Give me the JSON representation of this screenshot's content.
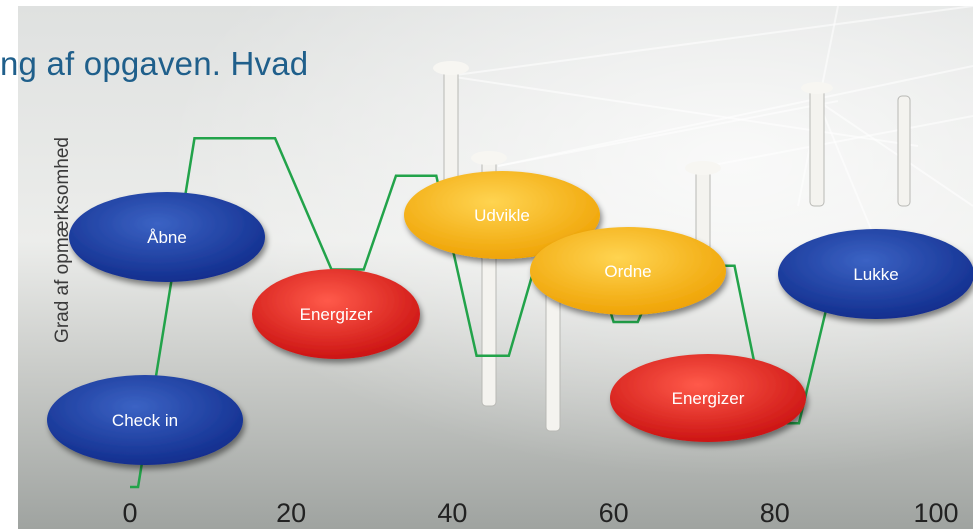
{
  "headline": "ng af opgaven. Hvad",
  "chart_data": {
    "type": "line",
    "ylabel": "Grad af opmærksomhed",
    "xlabel": "",
    "x_ticks": [
      "0",
      "20",
      "40",
      "60",
      "80",
      "100"
    ],
    "xlim": [
      0,
      100
    ],
    "line_color": "#22a34a",
    "series": [
      {
        "points": [
          [
            0,
            0.0
          ],
          [
            1,
            0.0
          ],
          [
            8,
            0.93
          ],
          [
            18,
            0.93
          ],
          [
            25,
            0.58
          ],
          [
            29,
            0.58
          ],
          [
            33,
            0.83
          ],
          [
            38,
            0.83
          ],
          [
            43,
            0.35
          ],
          [
            47,
            0.35
          ],
          [
            52,
            0.72
          ],
          [
            56,
            0.72
          ],
          [
            60,
            0.44
          ],
          [
            63,
            0.44
          ],
          [
            67,
            0.64
          ],
          [
            70,
            0.64
          ],
          [
            73,
            0.59
          ],
          [
            75,
            0.59
          ],
          [
            79,
            0.17
          ],
          [
            83,
            0.17
          ],
          [
            87,
            0.53
          ],
          [
            100,
            0.53
          ]
        ]
      }
    ],
    "phases": [
      {
        "label": "Check in",
        "kind": "blue"
      },
      {
        "label": "Åbne",
        "kind": "blue"
      },
      {
        "label": "Energizer",
        "kind": "red"
      },
      {
        "label": "Udvikle",
        "kind": "yellow"
      },
      {
        "label": "Ordne",
        "kind": "yellow"
      },
      {
        "label": "Energizer",
        "kind": "red"
      },
      {
        "label": "Lukke",
        "kind": "blue"
      }
    ]
  },
  "colors": {
    "blue": [
      "#3b63c4",
      "#0f2a8a"
    ],
    "red": [
      "#ff5a4a",
      "#c80f0f"
    ],
    "yellow": [
      "#ffd451",
      "#eea000"
    ],
    "headline": "#1f5f8b"
  }
}
